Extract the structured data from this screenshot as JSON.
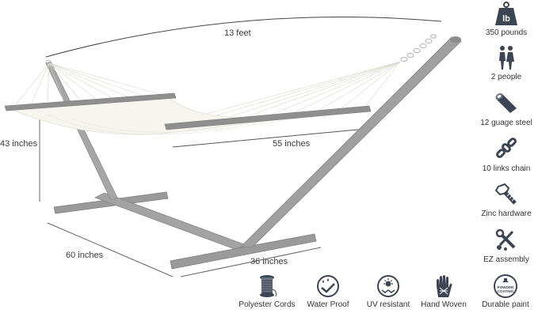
{
  "dimensions": {
    "length": "13 feet",
    "height": "43 inches",
    "bed_width": "55 inches",
    "base_depth": "60 inches",
    "base_width": "36 inches"
  },
  "side_features": [
    {
      "icon": "weight-lb-icon",
      "label": "350 pounds"
    },
    {
      "icon": "two-people-icon",
      "label": "2 people"
    },
    {
      "icon": "steel-tube-icon",
      "label": "12 guage steel"
    },
    {
      "icon": "chain-links-icon",
      "label": "10 links chain"
    },
    {
      "icon": "bolt-icon",
      "label": "Zinc hardware"
    },
    {
      "icon": "tools-icon",
      "label": "EZ assembly"
    }
  ],
  "bottom_features": [
    {
      "icon": "cord-spool-icon",
      "label": "Polyester Cords"
    },
    {
      "icon": "water-drop-icon",
      "label": "Water Proof"
    },
    {
      "icon": "sun-icon",
      "label": "UV resistant"
    },
    {
      "icon": "hand-icon",
      "label": "Hand Woven"
    },
    {
      "icon": "powder-coating-icon",
      "label": "Durable paint",
      "badge_text": "POWDER COATING"
    }
  ],
  "colors": {
    "icon_dark": "#3d4552",
    "frame": "#9a9a9a",
    "frame_dark": "#7d7d7d",
    "hammock": "#f6f5ef",
    "spreader": "#8f8f8f"
  }
}
